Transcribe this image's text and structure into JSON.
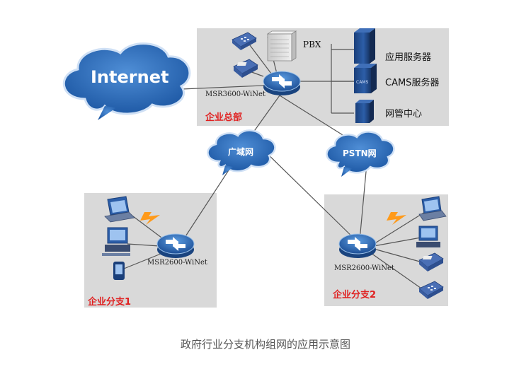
{
  "clouds": {
    "internet": "Internet",
    "wan": "广域网",
    "pstn": "PSTN网"
  },
  "headquarters": {
    "name": "企业总部",
    "router": "MSR3600-WiNet",
    "pbx": "PBX",
    "servers": [
      "应用服务器",
      "CAMS服务器",
      "网管中心"
    ]
  },
  "branch1": {
    "name": "企业分支1",
    "router": "MSR2600-WiNet"
  },
  "branch2": {
    "name": "企业分支2",
    "router": "MSR2600-WiNet"
  },
  "caption": "政府行业分支机构组网的应用示意图",
  "colors": {
    "panel": "#d9d9d9",
    "cloud": "#2f6db5",
    "label_red": "#e02020"
  }
}
